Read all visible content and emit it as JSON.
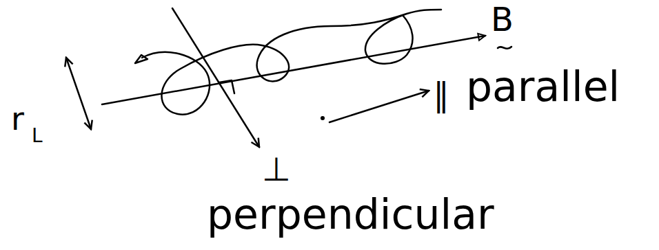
{
  "diagram": {
    "labels": [
      "B",
      "r",
      "L",
      "⊥",
      "∥",
      "parallel",
      "perpendicular"
    ]
  }
}
